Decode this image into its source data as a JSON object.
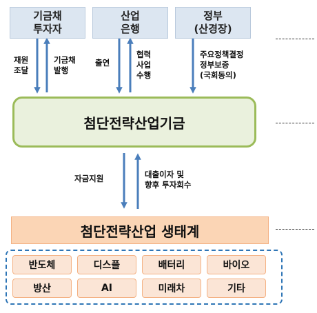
{
  "top_entities": [
    {
      "line1": "기금채",
      "line2": "투자자"
    },
    {
      "line1": "산업",
      "line2": "은행"
    },
    {
      "line1": "정부",
      "line2": "(산경장)"
    }
  ],
  "flow_labels_top": {
    "jaewon": [
      "재원",
      "조달"
    ],
    "bond": [
      "기금채",
      "발행"
    ],
    "contribution": "출연",
    "cooperation": [
      "협력",
      "사업",
      "수행"
    ],
    "policy": [
      "주요정책결정",
      "정부보증",
      "(국회동의)"
    ]
  },
  "fund_label": "첨단전략산업기금",
  "flow_labels_bottom": {
    "support": "자금지원",
    "return": [
      "대출이자 및",
      "향후 투자회수"
    ]
  },
  "ecosystem_label": "첨단전략산업 생태계",
  "sectors_row1": [
    "반도체",
    "디스플",
    "배터리",
    "바이오"
  ],
  "sectors_row2": [
    "방산",
    "AI",
    "미래차",
    "기타"
  ],
  "colors": {
    "arrow": "#4a7ebb",
    "fund_fill": "#eaf1dd",
    "fund_border": "#9bbb59",
    "eco_fill": "#fbd5b5",
    "sector_fill": "#fbe5d6",
    "group_border": "#2e75b6",
    "top_fill": "#dce6f1"
  }
}
